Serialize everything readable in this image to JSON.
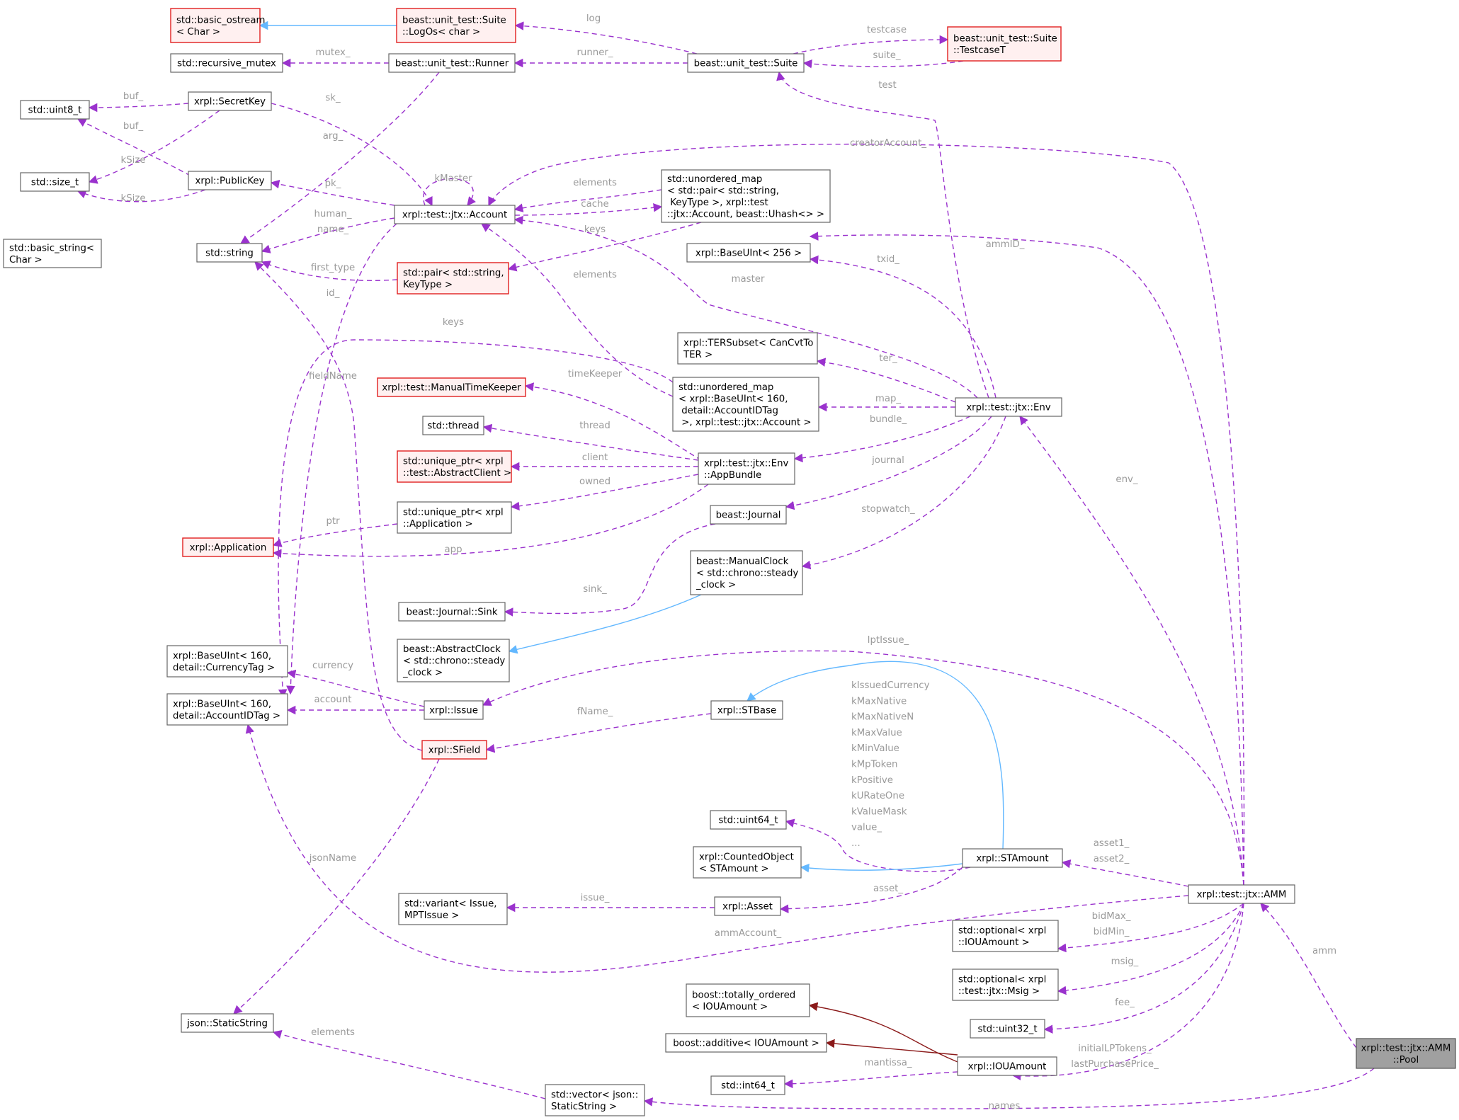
{
  "nodes": {
    "basic_ostream": [
      "std::basic_ostream",
      "< Char >"
    ],
    "logos": [
      "beast::unit_test::Suite",
      "::LogOs< char >"
    ],
    "testcaset": [
      "beast::unit_test::Suite",
      "::TestcaseT"
    ],
    "recursive_mutex": [
      "std::recursive_mutex"
    ],
    "runner": [
      "beast::unit_test::Runner"
    ],
    "suite": [
      "beast::unit_test::Suite"
    ],
    "uint8": [
      "std::uint8_t"
    ],
    "secretkey": [
      "xrpl::SecretKey"
    ],
    "size_t": [
      "std::size_t"
    ],
    "publickey": [
      "xrpl::PublicKey"
    ],
    "account": [
      "xrpl::test::jtx::Account"
    ],
    "umap_pair": [
      "std::unordered_map",
      "< std::pair< std::string,",
      " KeyType >, xrpl::test",
      "::jtx::Account, beast::Uhash<> >"
    ],
    "basic_string": [
      "std::basic_string<",
      "Char >"
    ],
    "string": [
      "std::string"
    ],
    "baseuint256": [
      "xrpl::BaseUInt< 256 >"
    ],
    "pair_string": [
      "std::pair< std::string,",
      "KeyType >"
    ],
    "tersubset": [
      "xrpl::TERSubset< CanCvtTo",
      "TER >"
    ],
    "manualtimekeeper": [
      "xrpl::test::ManualTimeKeeper"
    ],
    "umap_acct": [
      "std::unordered_map",
      "< xrpl::BaseUInt< 160,",
      " detail::AccountIDTag",
      " >, xrpl::test::jtx::Account >"
    ],
    "env": [
      "xrpl::test::jtx::Env"
    ],
    "thread": [
      "std::thread"
    ],
    "unique_client": [
      "std::unique_ptr< xrpl",
      "::test::AbstractClient >"
    ],
    "appbundle": [
      "xrpl::test::jtx::Env",
      "::AppBundle"
    ],
    "unique_app": [
      "std::unique_ptr< xrpl",
      "::Application >"
    ],
    "journal": [
      "beast::Journal"
    ],
    "application": [
      "xrpl::Application"
    ],
    "manualclock": [
      "beast::ManualClock",
      "< std::chrono::steady",
      "_clock >"
    ],
    "sink": [
      "beast::Journal::Sink"
    ],
    "abstractclock": [
      "beast::AbstractClock",
      "< std::chrono::steady",
      "_clock >"
    ],
    "currency": [
      "xrpl::BaseUInt< 160,",
      "detail::CurrencyTag >"
    ],
    "accountid": [
      "xrpl::BaseUInt< 160,",
      "detail::AccountIDTag >"
    ],
    "issue": [
      "xrpl::Issue"
    ],
    "stbase": [
      "xrpl::STBase"
    ],
    "sfield": [
      "xrpl::SField"
    ],
    "uint64": [
      "std::uint64_t"
    ],
    "countedobject": [
      "xrpl::CountedObject",
      "< STAmount >"
    ],
    "stamount": [
      "xrpl::STAmount"
    ],
    "amm": [
      "xrpl::test::jtx::AMM"
    ],
    "variant": [
      "std::variant< Issue,",
      "MPTIssue >"
    ],
    "asset": [
      "xrpl::Asset"
    ],
    "opt_iou": [
      "std::optional< xrpl",
      "::IOUAmount >"
    ],
    "opt_msig": [
      "std::optional< xrpl",
      "::test::jtx::Msig >"
    ],
    "totally_ordered": [
      "boost::totally_ordered",
      "< IOUAmount >"
    ],
    "uint32": [
      "std::uint32_t"
    ],
    "additive": [
      "boost::additive< IOUAmount >"
    ],
    "iouamount": [
      "xrpl::IOUAmount"
    ],
    "pool": [
      "xrpl::test::jtx::AMM",
      "::Pool"
    ],
    "int64": [
      "std::int64_t"
    ],
    "staticstring": [
      "json::StaticString"
    ],
    "vector": [
      "std::vector< json::",
      "StaticString >"
    ]
  },
  "edge_labels": {
    "log": [
      "log"
    ],
    "testcase": [
      "testcase"
    ],
    "suite": [
      "suite_"
    ],
    "mutex": [
      "mutex_"
    ],
    "runner": [
      "runner_"
    ],
    "test": [
      "test"
    ],
    "buf1": [
      "buf_"
    ],
    "buf2": [
      "buf_"
    ],
    "sk": [
      "sk_"
    ],
    "arg": [
      "arg_"
    ],
    "ksize1": [
      "kSize"
    ],
    "ksize2": [
      "kSize"
    ],
    "kmaster": [
      "kMaster"
    ],
    "elements1": [
      "elements"
    ],
    "cache": [
      "cache"
    ],
    "pk": [
      "pk_"
    ],
    "creator": [
      "creatorAccount_"
    ],
    "human": [
      "human_",
      "name_"
    ],
    "keys1": [
      "keys"
    ],
    "ammid": [
      "ammID_"
    ],
    "txid": [
      "txid_"
    ],
    "firsttype": [
      "first_type"
    ],
    "elements2": [
      "elements"
    ],
    "master": [
      "master"
    ],
    "id": [
      "id_"
    ],
    "keys2": [
      "keys"
    ],
    "fieldname": [
      "fieldName"
    ],
    "timekeeper": [
      "timeKeeper"
    ],
    "ter": [
      "ter_"
    ],
    "map": [
      "map_"
    ],
    "bundle": [
      "bundle_"
    ],
    "thread": [
      "thread"
    ],
    "client": [
      "client"
    ],
    "journal": [
      "journal"
    ],
    "owned": [
      "owned"
    ],
    "env": [
      "env_"
    ],
    "ptr": [
      "ptr"
    ],
    "stopwatch": [
      "stopwatch_"
    ],
    "app": [
      "app"
    ],
    "sink": [
      "sink_"
    ],
    "lptissue": [
      "lptIssue_"
    ],
    "currency": [
      "currency"
    ],
    "account": [
      "account"
    ],
    "fname": [
      "fName_"
    ],
    "stamount_members": [
      "kIssuedCurrency",
      "kMaxNative",
      "kMaxNativeN",
      "kMaxValue",
      "kMinValue",
      "kMpToken",
      "kPositive",
      "kURateOne",
      "kValueMask",
      "value_",
      "..."
    ],
    "jsonname": [
      "jsonName"
    ],
    "asset12": [
      "asset1_",
      "asset2_"
    ],
    "asset": [
      "asset_"
    ],
    "issue": [
      "issue_"
    ],
    "ammaccount": [
      "ammAccount_"
    ],
    "bid": [
      "bidMax_",
      "bidMin_"
    ],
    "amm": [
      "amm"
    ],
    "msig": [
      "msig_"
    ],
    "fee": [
      "fee_"
    ],
    "lptokens": [
      "initialLPTokens_",
      "lastPurchasePrice_"
    ],
    "elements3": [
      "elements"
    ],
    "mantissa": [
      "mantissa_"
    ],
    "names": [
      "names"
    ]
  },
  "colors": {
    "member_edge": "#9a32cd",
    "inherit_edge": "#63b8ff",
    "template_edge": "#8b1a1a",
    "highlight_node": "#a0a0a0",
    "red_border": "#e02020"
  }
}
